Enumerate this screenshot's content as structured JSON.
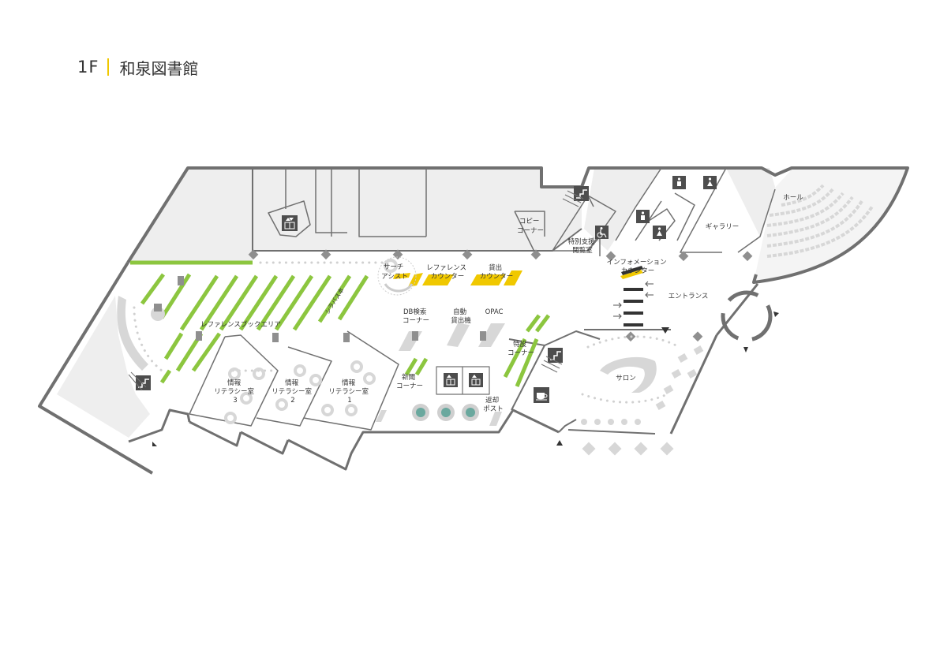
{
  "header": {
    "floor": "1F",
    "library_name": "和泉図書館"
  },
  "labels": {
    "copy_corner": [
      "コピー",
      "コーナー"
    ],
    "special_support_room": [
      "特別支援",
      "閲覧室"
    ],
    "information_counter": [
      "インフォメーション",
      "カウンター"
    ],
    "gallery": "ギャラリー",
    "hall": "ホール",
    "entrance": "エントランス",
    "search_assist": [
      "サーチ",
      "アシスト"
    ],
    "reference_counter": [
      "レファレンス",
      "カウンター"
    ],
    "lending_counter": [
      "貸出",
      "カウンター"
    ],
    "reference_book_area": "レファレンスブックエリア",
    "syllabus_books": "シラバス本",
    "db_search_corner": [
      "DB検索",
      "コーナー"
    ],
    "self_checkout": [
      "自動",
      "貸出機"
    ],
    "opac": "OPAC",
    "special_corner": [
      "特設",
      "コーナー"
    ],
    "newspaper_corner": [
      "新聞",
      "コーナー"
    ],
    "return_post": [
      "返却",
      "ポスト"
    ],
    "salon": "サロン",
    "literacy_room_3": [
      "情報",
      "リテラシー室",
      "3"
    ],
    "literacy_room_2": [
      "情報",
      "リテラシー室",
      "2"
    ],
    "literacy_room_1": [
      "情報",
      "リテラシー室",
      "1"
    ]
  },
  "colors": {
    "wall": "#707070",
    "restricted_area": "#eeeeee",
    "bookshelf": "#8cc63f",
    "counter": "#f0c800",
    "furniture": "#d7d7d7",
    "dark_furniture": "#8f8f8f",
    "icon_background": "#4d4d4d",
    "title_accent": "#f0c800"
  },
  "icons": [
    "elevator-icon",
    "stairs-icon",
    "wheelchair-icon",
    "restroom-male-icon",
    "restroom-female-icon",
    "cafe-icon"
  ]
}
